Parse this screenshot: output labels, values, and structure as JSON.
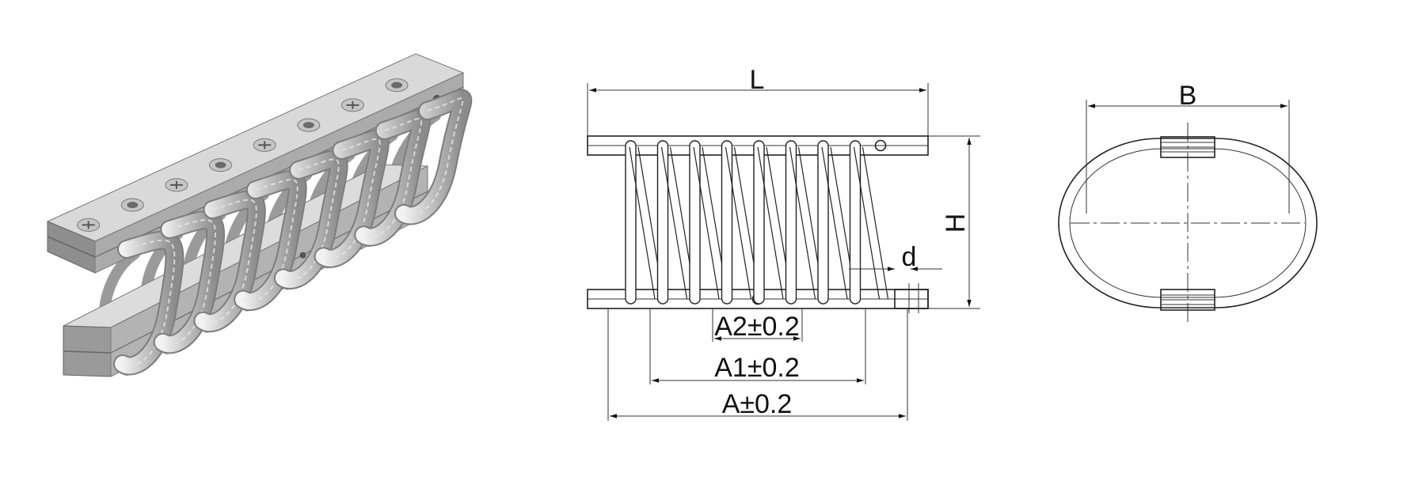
{
  "diagram": {
    "side_view": {
      "dimensions": {
        "length": "L",
        "height": "H",
        "wire_diameter": "d",
        "pitch_a2": "A2±0.2",
        "pitch_a1": "A1±0.2",
        "pitch_a": "A±0.2"
      },
      "coil_count": 8
    },
    "end_view": {
      "dimensions": {
        "width": "B"
      }
    },
    "colors": {
      "line": "#222222",
      "bar_top": "#d6d6d6",
      "bar_side": "#8a8a8a",
      "bar_front": "#a9a9a9",
      "wire": "#c9c9c9"
    }
  }
}
